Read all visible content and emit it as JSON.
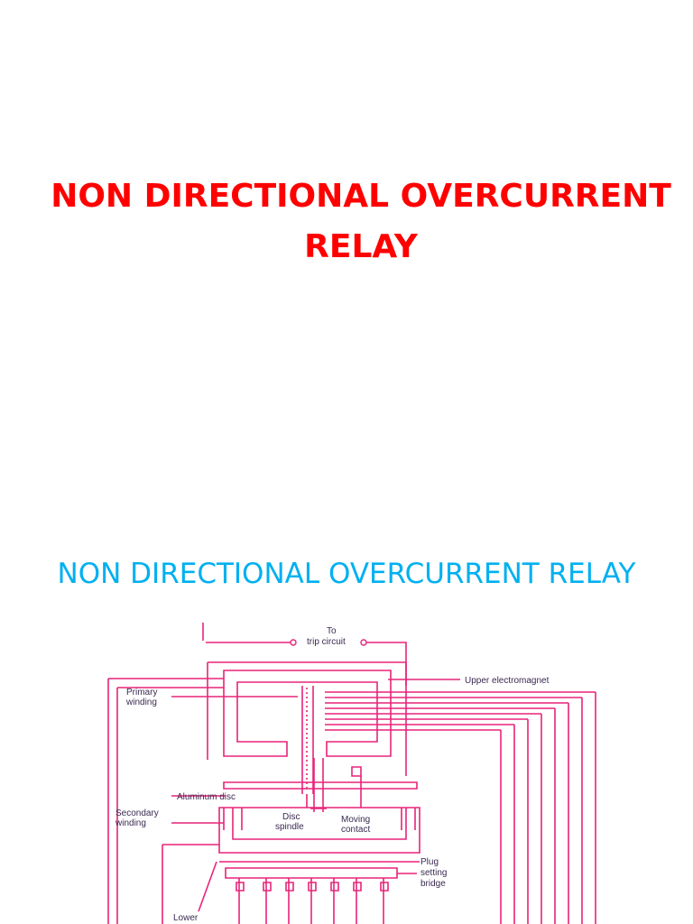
{
  "slide1": {
    "title": "NON DIRECTIONAL OVERCURRENT RELAY"
  },
  "slide2": {
    "title": "NON DIRECTIONAL OVERCURRENT RELAY",
    "diagram": {
      "line_color": "#e8247a",
      "labels": {
        "to": "To",
        "trip_circuit": "trip circuit",
        "upper_electromagnet": "Upper electromagnet",
        "primary": "Primary",
        "winding": "winding",
        "aluminum_disc": "Aluminum disc",
        "secondary": "Secondary",
        "winding2": "winding",
        "disc": "Disc",
        "spindle": "spindle",
        "moving": "Moving",
        "contact": "contact",
        "plug": "Plug",
        "setting": "setting",
        "bridge": "bridge",
        "lower": "Lower"
      }
    }
  }
}
